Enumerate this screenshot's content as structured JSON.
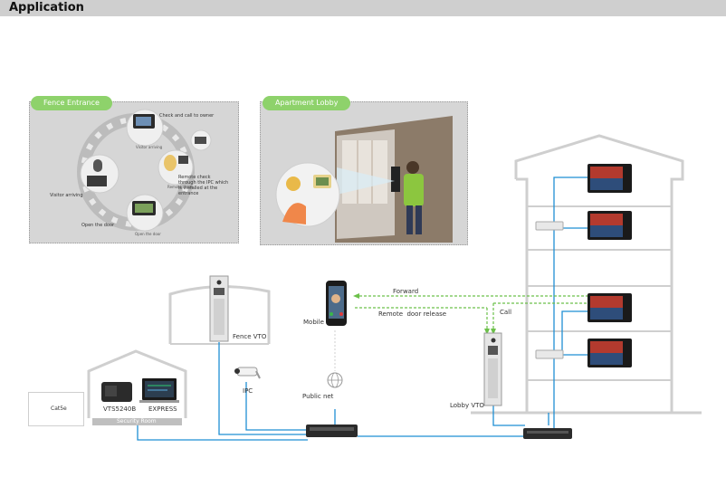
{
  "header": {
    "title": "Application"
  },
  "fence_panel": {
    "title": "Fence Entrance",
    "steps": {
      "check_call": "Check and call to owner",
      "visitor": "Visitor arriving",
      "remote_check": "Remote check through the IPC which is installed at the entrance",
      "open_door": "Open the door"
    },
    "icon_captions": [
      "Visitor arriving",
      "Remote check",
      "Open the door"
    ]
  },
  "lobby_panel": {
    "title": "Apartment Lobby"
  },
  "network": {
    "fence_vto": "Fence VTO",
    "mobile": "Mobile",
    "forward": "Forward",
    "remote_release": "Remote  door release",
    "call": "Call",
    "ipc": "IPC",
    "public_net": "Public net",
    "lobby_vto": "Lobby VTO",
    "vts": "VTS5240B",
    "express": "EXPRESS",
    "security_room": "Security Room",
    "legend": "Cat5e"
  },
  "colors": {
    "link": "#1f8fd4",
    "wireless": "#6cc04a",
    "pill": "#8ed26b"
  }
}
